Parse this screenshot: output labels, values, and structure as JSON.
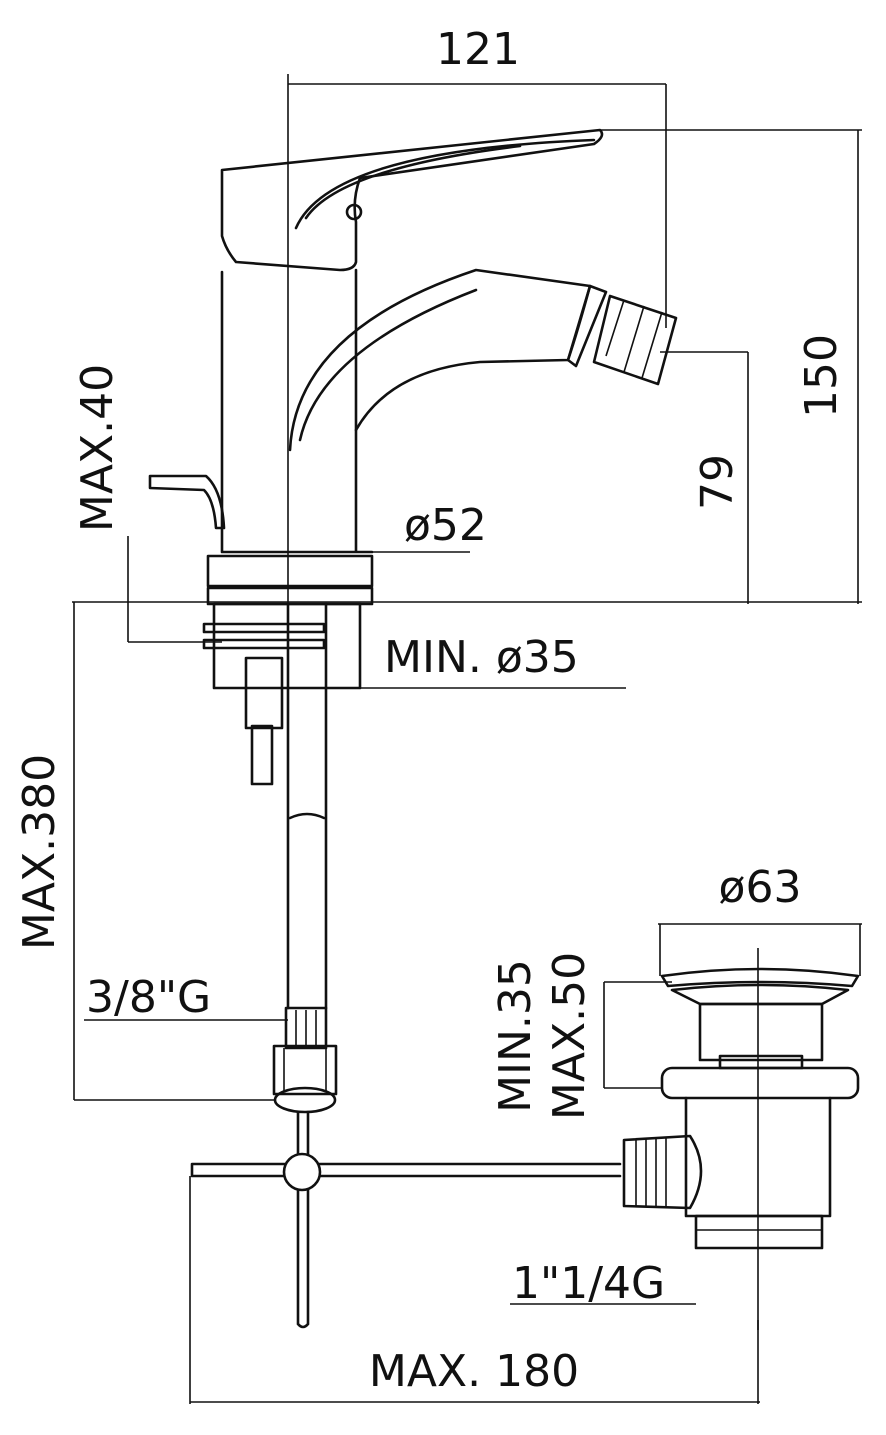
{
  "colors": {
    "stroke": "#111111",
    "background": "#ffffff"
  },
  "dimensions": {
    "spout_reach": "121",
    "total_height": "150",
    "spout_height": "79",
    "max_deck_thickness": "MAX.40",
    "base_diameter": "ø52",
    "hole_diameter": "MIN. ø35",
    "max_tail_length": "MAX.380",
    "supply_thread": "3/8\"G",
    "waste_diameter": "ø63",
    "waste_min": "MIN.35",
    "waste_max": "MAX.50",
    "waste_thread": "1\"1/4G",
    "max_rod_length": "MAX. 180"
  }
}
